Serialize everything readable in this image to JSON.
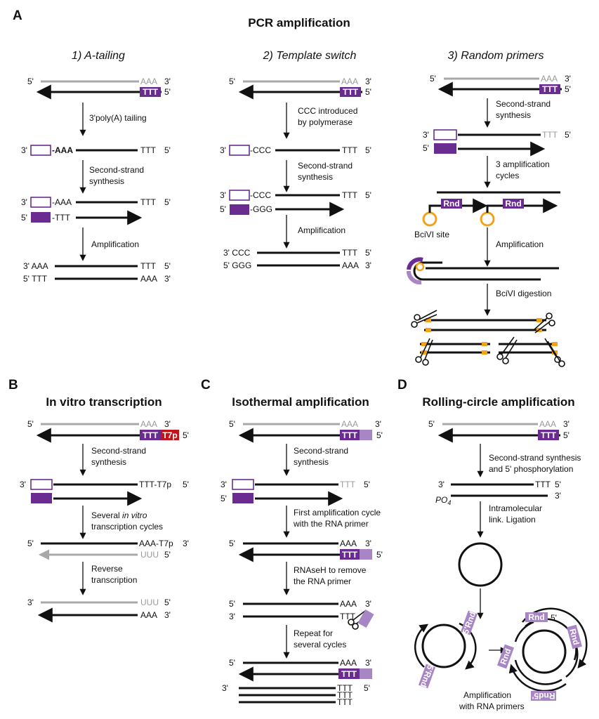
{
  "colors": {
    "purple": "#6b2c91",
    "light_purple": "#a885c4",
    "red": "#c0141c",
    "orange": "#f2a21b",
    "grey": "#a8a8a8"
  },
  "A": {
    "label": "A",
    "title": "PCR amplification",
    "col1": {
      "title": "1) A-tailing",
      "step1": "3'poly(A) tailing",
      "step2a": "Second-strand",
      "step2b": "synthesis",
      "step3": "Amplification"
    },
    "col2": {
      "title": "2) Template switch",
      "step1a": "CCC introduced",
      "step1b": "by polymerase",
      "step2a": "Second-strand",
      "step2b": "synthesis",
      "step3": "Amplification"
    },
    "col3": {
      "title": "3) Random primers",
      "step1a": "Second-strand",
      "step1b": "synthesis",
      "step2a": "3 amplification",
      "step2b": "cycles",
      "site": "BciVI site",
      "step3": "Amplification",
      "step4": "BciVI digestion"
    }
  },
  "B": {
    "label": "B",
    "title": "In vitro transcription",
    "step1a": "Second-strand",
    "step1b": "synthesis",
    "step2a": "Several ",
    "step2a_it": "in vitro",
    "step2b": "transcription cycles",
    "step3a": "Reverse",
    "step3b": "transcription"
  },
  "C": {
    "label": "C",
    "title": "Isothermal amplification",
    "step1a": "Second-strand",
    "step1b": "synthesis",
    "step2a": "First amplification cycle",
    "step2b": "with the RNA primer",
    "step3a": "RNAseH to remove",
    "step3b": "the RNA primer",
    "step4a": "Repeat for",
    "step4b": "several cycles"
  },
  "D": {
    "label": "D",
    "title": "Rolling-circle amplification",
    "step1a": "Second-strand synthesis",
    "step1b": "and 5' phosphorylation",
    "po4": "PO",
    "po4_sub": "4",
    "step2a": "Intramolecular",
    "step2b": "link. Ligation",
    "step3a": "Amplification",
    "step3b": "with RNA primers"
  },
  "seq": {
    "five": "5'",
    "three": "3'",
    "aaa": "AAA",
    "ttt": "TTT",
    "ccc": "CCC",
    "ggg": "GGG",
    "uuu": "UUU",
    "t7p": "T7p",
    "ttt_t7p": "TTT-T7p",
    "aaa_t7p": "AAA-T7p",
    "ttt_d": "-TTT",
    "ccc_d": "-CCC",
    "ggg_d": "-GGG",
    "aaa_d": "-AAA",
    "ccc_3": "3' CCC",
    "ggg_5": "5' GGG",
    "aaa_3": "3' AAA",
    "ttt_5": "5' TTT",
    "rnd": "Rnd",
    "rnd5": "5'Rnd",
    "rnd5r": "Rnd5'"
  }
}
